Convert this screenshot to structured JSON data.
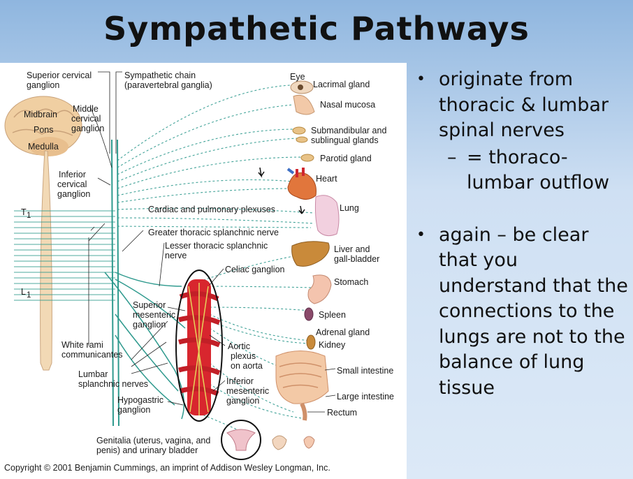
{
  "slide": {
    "title": "Sympathetic Pathways",
    "bullets": [
      {
        "text": "originate from thoracic & lumbar spinal nerves",
        "sub": "= thoraco-lumbar outflow"
      },
      {
        "text": "again – be clear that you understand that the connections to the lungs are not to the balance of lung tissue"
      }
    ],
    "copyright": "Copyright © 2001 Benjamin Cummings, an imprint of Addison Wesley Longman, Inc."
  },
  "figure": {
    "labels": {
      "superior_cervical_ganglion_1": "Superior cervical",
      "superior_cervical_ganglion_2": "ganglion",
      "sympathetic_chain_1": "Sympathetic chain",
      "sympathetic_chain_2": "(paravertebral ganglia)",
      "midbrain": "Midbrain",
      "pons": "Pons",
      "medulla": "Medulla",
      "middle_cervical_1": "Middle",
      "middle_cervical_2": "cervical",
      "middle_cervical_3": "ganglion",
      "inferior_cervical_1": "Inferior",
      "inferior_cervical_2": "cervical",
      "inferior_cervical_3": "ganglion",
      "t1": "T",
      "t1_sub": "1",
      "l1": "L",
      "l1_sub": "1",
      "eye": "Eye",
      "lacrimal_gland": "Lacrimal gland",
      "nasal_mucosa": "Nasal mucosa",
      "submandibular_1": "Submandibular and",
      "submandibular_2": "sublingual glands",
      "parotid_gland": "Parotid gland",
      "heart": "Heart",
      "cardiac_plexuses": "Cardiac and pulmonary plexuses",
      "lung": "Lung",
      "greater_splanchnic": "Greater thoracic splanchnic nerve",
      "lesser_splanchnic_1": "Lesser thoracic splanchnic",
      "lesser_splanchnic_2": "nerve",
      "liver_1": "Liver and",
      "liver_2": "gall-bladder",
      "celiac_ganglion": "Celiac ganglion",
      "stomach": "Stomach",
      "superior_mesenteric_1": "Superior",
      "superior_mesenteric_2": "mesenteric",
      "superior_mesenteric_3": "ganglion",
      "spleen": "Spleen",
      "adrenal_gland": "Adrenal gland",
      "kidney": "Kidney",
      "white_rami_1": "White rami",
      "white_rami_2": "communicantes",
      "aortic_plexus_1": "Aortic",
      "aortic_plexus_2": "plexus",
      "aortic_plexus_3": "on aorta",
      "small_intestine": "Small intestine",
      "lumbar_splanchnic_1": "Lumbar",
      "lumbar_splanchnic_2": "splanchnic nerves",
      "inferior_mesenteric_1": "Inferior",
      "inferior_mesenteric_2": "mesenteric",
      "inferior_mesenteric_3": "ganglion",
      "large_intestine": "Large intestine",
      "hypogastric_1": "Hypogastric",
      "hypogastric_2": "ganglion",
      "rectum": "Rectum",
      "genitalia_1": "Genitalia (uterus, vagina, and",
      "genitalia_2": "penis) and urinary bladder"
    },
    "colors": {
      "nerve": "#2f9a8e",
      "organ_red": "#d8262e",
      "brain": "#f0cfa2",
      "liver": "#c98a3a"
    }
  }
}
